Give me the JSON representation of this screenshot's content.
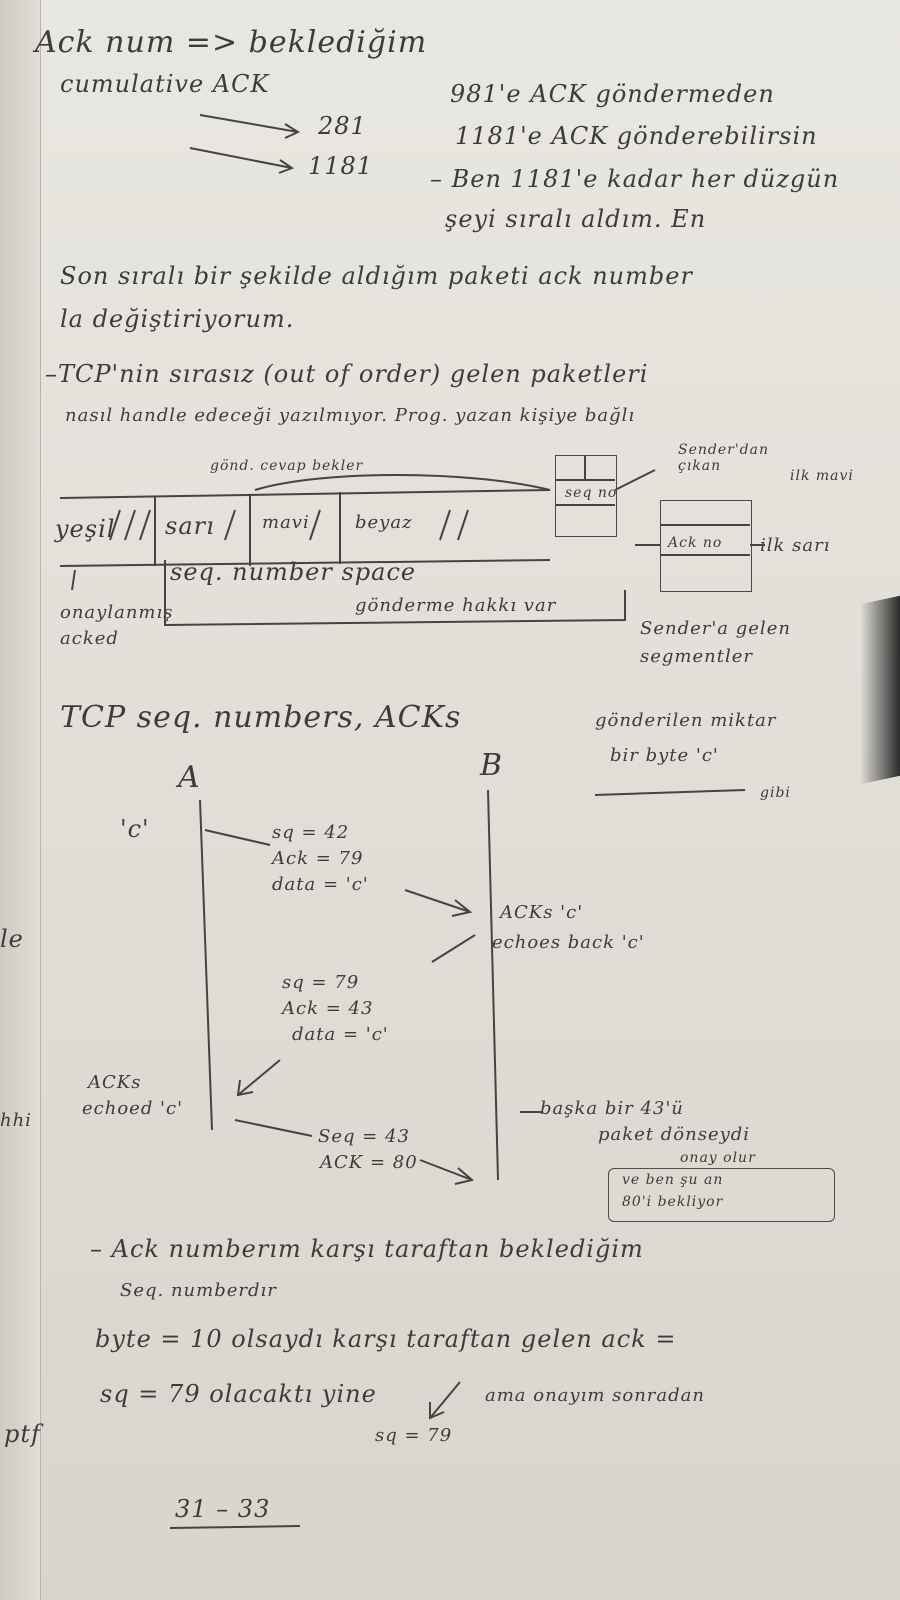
{
  "top": {
    "line1": "Ack num => beklediğim",
    "line2": "cumulative ACK",
    "num_281": "281",
    "num_1181": "1181",
    "right1": "981'e ACK göndermeden",
    "right2": "1181'e ACK gönderebilirsin",
    "right3": "– Ben 1181'e kadar her düzgün",
    "right4": "şeyi sıralı aldım. En"
  },
  "para1": {
    "line1": "Son sıralı bir şekilde aldığım paketi ack number",
    "line2": "la değiştiriyorum."
  },
  "para2": {
    "line1": "–TCP'nin sırasız (out of order) gelen paketleri",
    "line2": "nasıl handle edeceği yazılmıyor. Prog. yazan kişiye bağlı"
  },
  "diagram1": {
    "seg_yesil": "yeşil",
    "seg_sari": "sarı",
    "seg_mavi": "mavi",
    "seg_beyaz": "beyaz",
    "top_note": "gönd. cevap bekler",
    "space_label": "seq. number space",
    "gonderme": "gönderme hakkı var",
    "onaylanmis": "onaylanmış acked",
    "sender_box": "seq no",
    "sender_label": "Sender'dan çıkan",
    "ilk_mavi": "ilk mavi",
    "ack_box": "Ack no",
    "ilk_sari": "ilk sarı",
    "sender_gelen": "Sender'a gelen segmentler"
  },
  "section": {
    "title": "TCP seq. numbers, ACKs",
    "side_note1": "gönderilen miktar",
    "side_note2": "bir byte 'c'",
    "side_note3": "gibi"
  },
  "seq_diagram": {
    "host_a": "A",
    "host_b": "B",
    "c_label": "'c'",
    "m1_seq": "sq = 42",
    "m1_ack": "Ack = 79",
    "m1_data": "data = 'c'",
    "b_note1": "ACKs 'c'",
    "b_note2": "echoes back 'c'",
    "m2_seq": "sq = 79",
    "m2_ack": "Ack = 43",
    "m2_data": "data = 'c'",
    "a_note1": "ACKs",
    "a_note2": "echoed 'c'",
    "m3_seq": "Seq = 43",
    "m3_ack": "ACK = 80",
    "r_note1": "başka bir 43'ü",
    "r_note2": "paket dönseydi",
    "r_note3": "onay olur",
    "r_box1": "ve ben şu an",
    "r_box2": "80'i bekliyor"
  },
  "bottom": {
    "line1": "– Ack numberım karşı taraftan beklediğim",
    "line2": "Seq. numberdır",
    "line3": "byte = 10 olsaydı karşı taraftan gelen ack =",
    "line4": "sq = 79 olacaktı yine",
    "line4b": "ama onayım sonradan",
    "line5": "sq = 79",
    "pages": "31 – 33"
  },
  "margin": {
    "m1": "le",
    "m2": "hhi",
    "m3": "ptf"
  }
}
